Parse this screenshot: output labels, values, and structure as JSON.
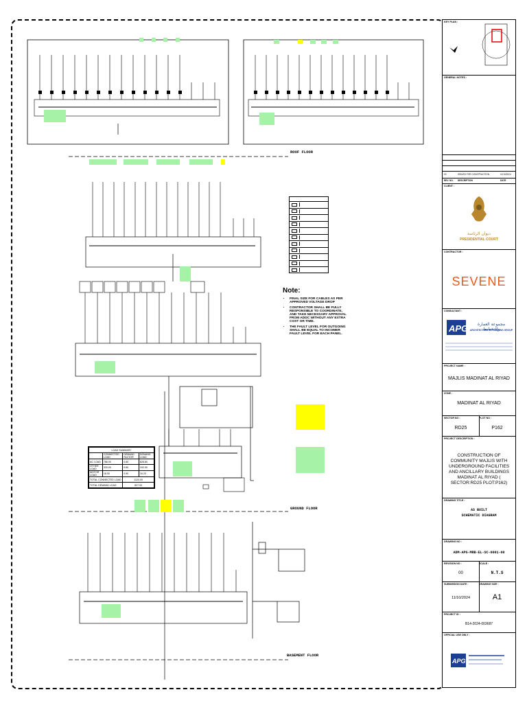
{
  "levels": {
    "roof": "ROOF FLOOR",
    "ground": "GROUND FLOOR",
    "basement": "BASEMENT FLOOR"
  },
  "notes": {
    "heading": "Note:",
    "items": [
      "FINAL SIZE FOR CABLES AS PER APPROVED VOLTAGE DROP",
      "CONTRACTOR SHALL BE FULLY RESPONSIBLE TO COORDINATE, AND TAKE NECESSARY APPROVAL FROM ADDC WITHOUT ANY EXTRA COST OR TIME.",
      "THE FAULT LEVEL FOR OUTGOING SHALL BE EQUAL TO INCOMER FAULT LEVEL FOR EACH PANEL."
    ]
  },
  "load_summary": {
    "title": "LOAD SUMMARY",
    "headers": [
      "",
      "CONNECTED LOAD",
      "DEMAND FACTOR",
      "DEMAND LOAD"
    ],
    "rows": [
      [
        "AC LOAD",
        "786.00",
        "0.80",
        "628.80"
      ],
      [
        "OTHER LOAD",
        "320.00",
        "0.60",
        "192.00"
      ],
      [
        "MOTOR LOAD",
        "18.00",
        "0.90",
        "16.20"
      ]
    ],
    "totals": [
      [
        "TOTAL CONNECTED LOAD",
        "1124.00"
      ],
      [
        "TOTAL DEMAND LOAD",
        "837.00"
      ]
    ]
  },
  "title_block": {
    "key_plan_label": "KEY PLAN :",
    "general_notes_label": "GENERAL NOTES :",
    "revision": {
      "no": "00",
      "description": "ISSUED FOR CONSTRUCTION",
      "date": "11/10/2024"
    },
    "revision_headers": [
      "REV. NO.",
      "DESCRIPTION",
      "DATE"
    ],
    "client_label": "CLIENT :",
    "client_name": "PRESIDENTIAL COURT",
    "client_arabic": "ديوان الرئاسة",
    "contractor_label": "CONTRACTOR :",
    "contractor_name": "SEVENE",
    "consultant_label": "CONSULTANT :",
    "consultant_name": "ARCHITECTURE & PLANNING GROUP",
    "consultant_arabic": "مجموعة العمارة والتخطيط",
    "project_name_label": "PROJECT NAME :",
    "project_name": "MAJLIS MADINAT AL RIYAD",
    "zone_label": "ZONE :",
    "zone": "MADINAT AL RIYAD",
    "sector_label": "SECTOR NO :",
    "sector": "RD25",
    "plot_label": "PLOT NO :",
    "plot": "P162",
    "project_desc_label": "PROJECT DESCRIPTION :",
    "project_desc": "CONSTRUCTION OF COMMUNITY MAJLIS WITH UNDERGROUND FACILITIES AND ANCILLARY BUILDINGS MADINAT AL RIYAD ( SECTOR:RD25 PLOT:P162)",
    "drawing_title_label": "DRAWING TITLE :",
    "drawing_title_1": "AS BUILT",
    "drawing_title_2": "SCHEMATIC DIAGRAM",
    "drawing_no_label": "DRAWING NO :",
    "drawing_no": "ADM-APG-MRB-EL-SC-0001-00",
    "revision_no_label": "REVISION NO :",
    "revision_no": "00",
    "scale_label": "SCALE :",
    "scale": "N.T.S",
    "submission_label": "SUBMISSION DATE :",
    "submission_date": "11/10/2024",
    "size_label": "DRAWING SIZE :",
    "size": "A1",
    "project_id_label": "PROJECT ID :",
    "project_id": "B14-2024-003687",
    "official_label": "OFFICIAL USE ONLY :"
  },
  "colors": {
    "highlight_green": "#a6f2a6",
    "highlight_yellow": "#ffff00"
  }
}
